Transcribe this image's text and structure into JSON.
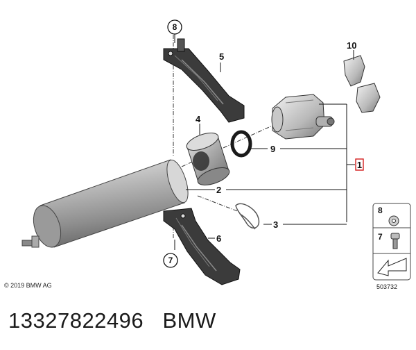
{
  "diagram": {
    "copyright": "© 2019 BMW AG",
    "ref_number": "503732",
    "callouts": {
      "c1": "1",
      "c2": "2",
      "c3": "3",
      "c4": "4",
      "c5": "5",
      "c6": "6",
      "c7": "7",
      "c8": "8",
      "c9": "9",
      "c10": "10"
    },
    "legend": {
      "item8": "8",
      "item7": "7"
    }
  },
  "caption": {
    "part_number": "13327822496",
    "brand": "BMW"
  }
}
